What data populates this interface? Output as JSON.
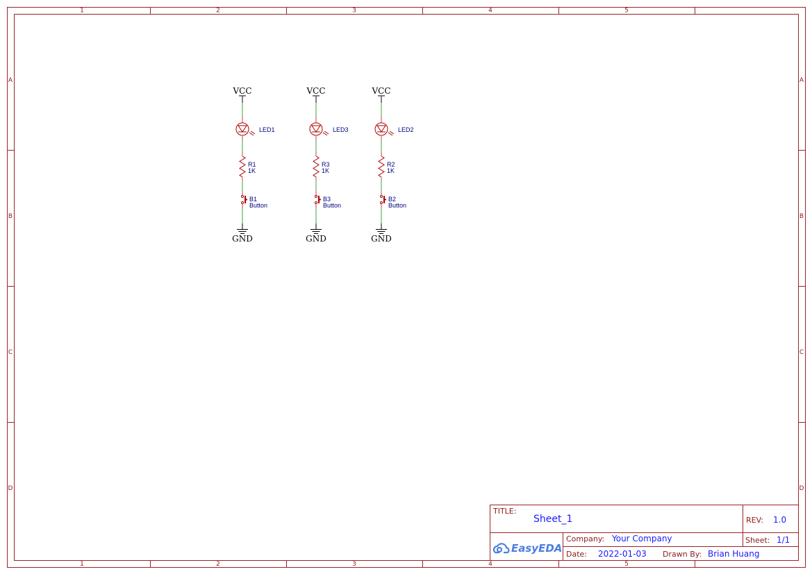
{
  "frame": {
    "columns": [
      "1",
      "2",
      "3",
      "4",
      "5"
    ],
    "rows": [
      "A",
      "B",
      "C",
      "D"
    ]
  },
  "circuits": [
    {
      "vcc": "VCC",
      "led": "LED1",
      "resistor": "R1",
      "resistor_value": "1K",
      "button": "B1",
      "button_value": "Button",
      "gnd": "GND"
    },
    {
      "vcc": "VCC",
      "led": "LED3",
      "resistor": "R3",
      "resistor_value": "1K",
      "button": "B3",
      "button_value": "Button",
      "gnd": "GND"
    },
    {
      "vcc": "VCC",
      "led": "LED2",
      "resistor": "R2",
      "resistor_value": "1K",
      "button": "B2",
      "button_value": "Button",
      "gnd": "GND"
    }
  ],
  "title_block": {
    "title_label": "TITLE:",
    "title": "Sheet_1",
    "rev_label": "REV:",
    "rev": "1.0",
    "company_label": "Company:",
    "company": "Your Company",
    "sheet_label": "Sheet:",
    "sheet": "1/1",
    "date_label": "Date:",
    "date": "2022-01-03",
    "drawn_label": "Drawn By:",
    "drawn_by": "Brian Huang",
    "logo": "EasyEDA"
  },
  "colors": {
    "frame": "#9b2226",
    "value": "#1a1aff",
    "wire": "#7cc47c",
    "logo": "#4a7fe0"
  }
}
